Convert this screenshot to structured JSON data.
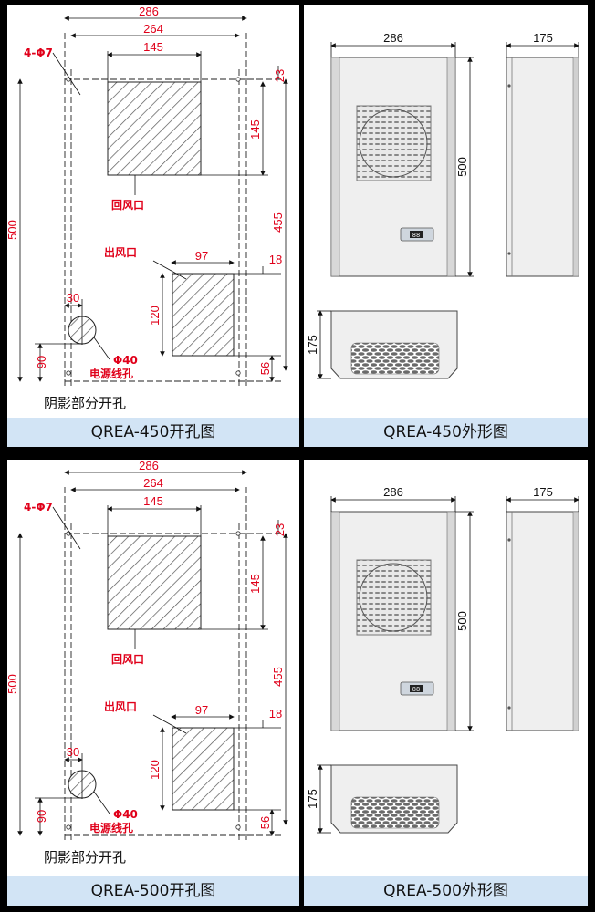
{
  "panels": [
    {
      "type": "cutout",
      "caption": "QREA-450开孔图",
      "dims": {
        "width": "286",
        "hole_spacing": "264",
        "top_hole_width": "145",
        "top_offset": "23",
        "top_hole_height": "145",
        "span": "455",
        "side_offset": "18",
        "bottom_hole_width": "97",
        "bottom_hole_height": "120",
        "bottom_offset": "56",
        "height": "500",
        "cable_offset": "30",
        "cable_height": "90"
      },
      "labels": {
        "mount_holes": "4-Φ7",
        "return_air": "回风口",
        "outlet_air": "出风口",
        "cable_diameter": "Φ40",
        "cable_hole": "电源线孔",
        "shaded_note": "阴影部分开孔"
      }
    },
    {
      "type": "outline",
      "caption": "QREA-450外形图",
      "dims": {
        "width": "286",
        "depth": "175",
        "height": "500",
        "bottom_depth": "175"
      },
      "labels": {
        "display": "88"
      }
    },
    {
      "type": "cutout",
      "caption": "QREA-500开孔图",
      "dims": {
        "width": "286",
        "hole_spacing": "264",
        "top_hole_width": "145",
        "top_offset": "23",
        "top_hole_height": "145",
        "span": "455",
        "side_offset": "18",
        "bottom_hole_width": "97",
        "bottom_hole_height": "120",
        "bottom_offset": "56",
        "height": "500",
        "cable_offset": "30",
        "cable_height": "90"
      },
      "labels": {
        "mount_holes": "4-Φ7",
        "return_air": "回风口",
        "outlet_air": "出风口",
        "cable_diameter": "Φ40",
        "cable_hole": "电源线孔",
        "shaded_note": "阴影部分开孔"
      }
    },
    {
      "type": "outline",
      "caption": "QREA-500外形图",
      "dims": {
        "width": "286",
        "depth": "175",
        "height": "500",
        "bottom_depth": "175"
      },
      "labels": {
        "display": "88"
      }
    }
  ]
}
